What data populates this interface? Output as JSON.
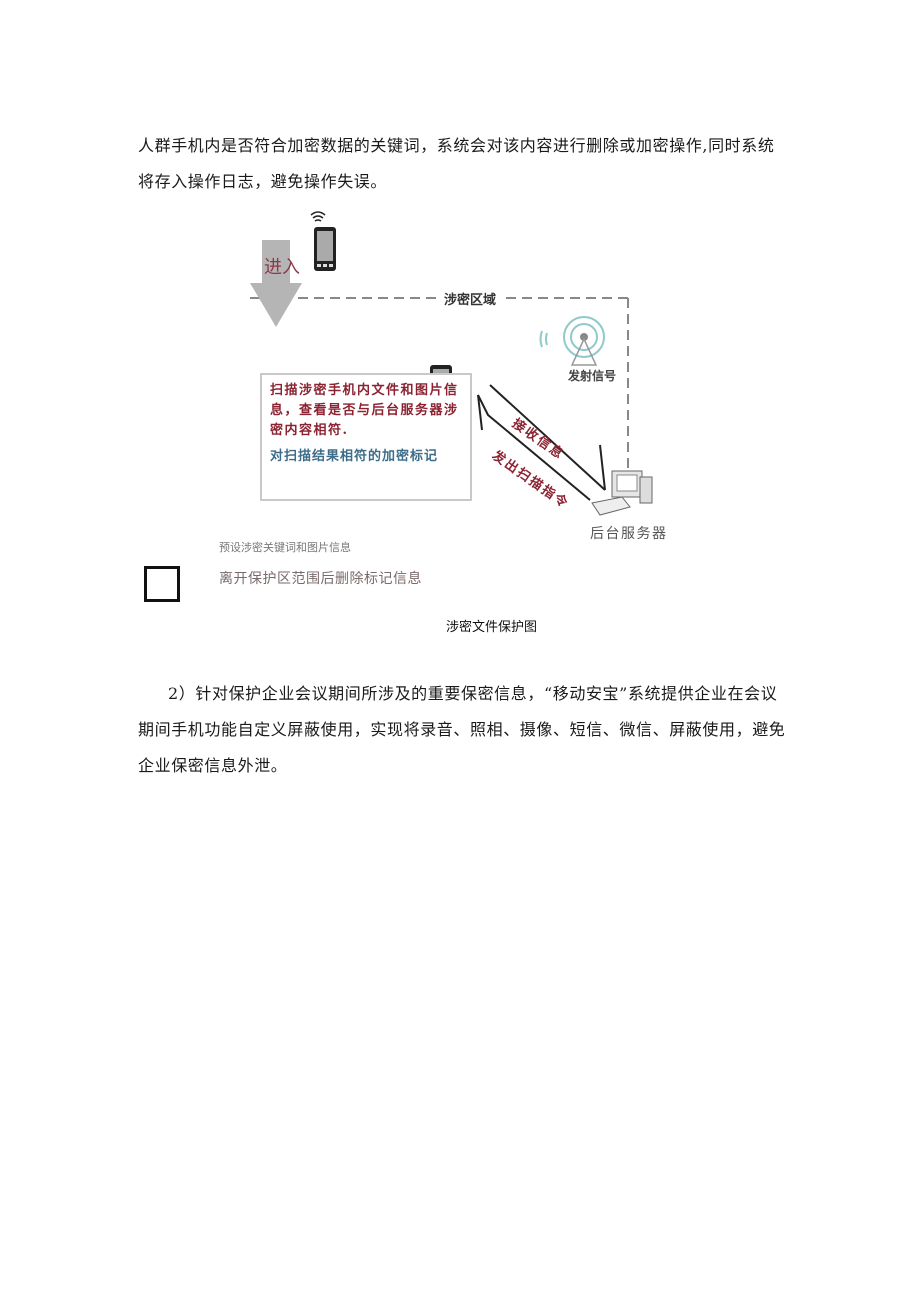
{
  "paragraphs": {
    "p1": "人群手机内是否符合加密数据的关键词，系统会对该内容进行删除或加密操作,同时系统将存入操作日志，避免操作失误。",
    "p2": "2）针对保护企业会议期间所涉及的重要保密信息，“移动安宝”系统提供企业在会议期间手机功能自定义屏蔽使用，实现将录音、照相、摄像、短信、微信、屏蔽使用，避免企业保密信息外泄。"
  },
  "diagram": {
    "enter_label": "进入",
    "zone_label": "涉密区域",
    "scan_text": "扫描涉密手机内文件和图片信息，查看是否与后台服务器涉密内容相符.",
    "mark_text": "对扫描结果相符的加密标记",
    "tower_label": "发射信号",
    "receive_label": "接收信息",
    "send_label": "发出扫描指令",
    "server_label": "后台服务器",
    "icons": [
      "phone-icon",
      "wifi-icon",
      "arrow-down-icon",
      "signal-tower-icon",
      "computer-server-icon"
    ],
    "colors": {
      "red_text": "#8b2332",
      "blue_text": "#3d6d8a",
      "arrow_gray": "#b5b5b5",
      "dash": "#888888"
    }
  },
  "preset_text": "预设涉密关键词和图片信息",
  "leave_text": "离开保护区范围后删除标记信息",
  "caption": "涉密文件保护图"
}
